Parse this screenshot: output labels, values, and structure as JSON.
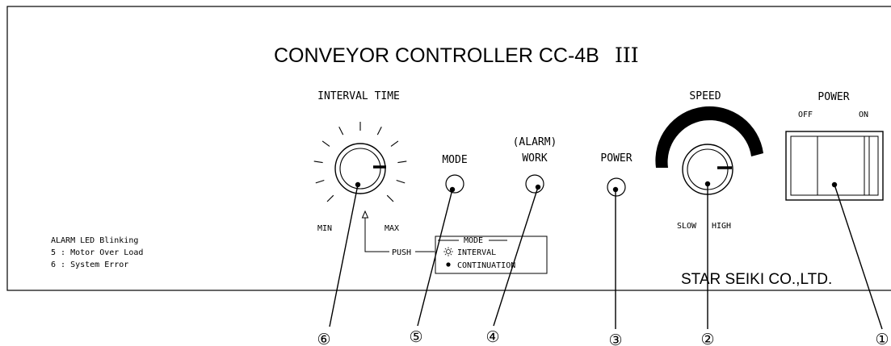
{
  "panel": {
    "title": "CONVEYOR CONTROLLER CC-4B",
    "title_suffix": "III",
    "maker": "STAR SEIKI CO.,LTD."
  },
  "interval_dial": {
    "label": "INTERVAL TIME",
    "min_label": "MIN",
    "max_label": "MAX"
  },
  "push_note": {
    "label": "PUSH",
    "box_title": "MODE",
    "line1": "INTERVAL",
    "line2": "CONTINUATION"
  },
  "leds": {
    "mode": "MODE",
    "alarm_line1": "(ALARM)",
    "alarm_line2": "WORK",
    "power": "POWER"
  },
  "speed_dial": {
    "label": "SPEED",
    "slow_label": "SLOW",
    "high_label": "HIGH"
  },
  "power_switch": {
    "label": "POWER",
    "off_label": "OFF",
    "on_label": "ON"
  },
  "alarm_note": {
    "line1": "ALARM LED Blinking",
    "line2": "5 : Motor Over Load",
    "line3": "6 : System Error"
  },
  "callouts": [
    "⑥",
    "⑤",
    "④",
    "③",
    "②",
    "①"
  ]
}
